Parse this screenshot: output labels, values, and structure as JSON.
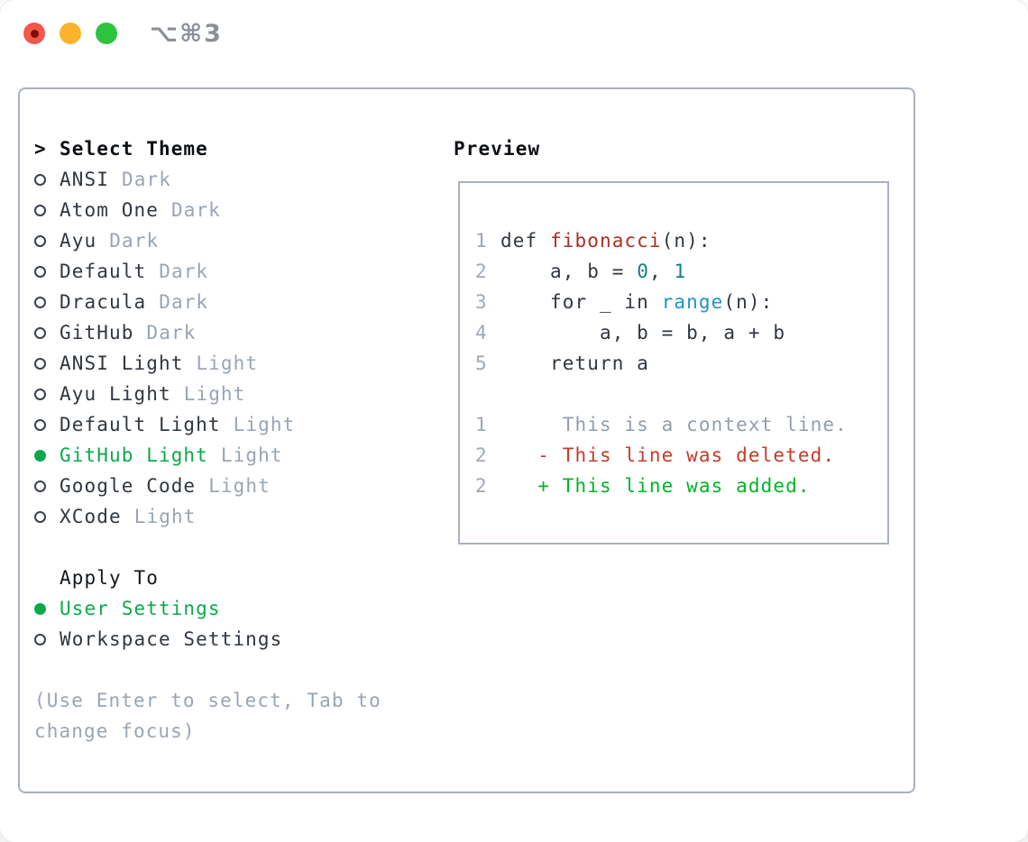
{
  "window": {
    "shortcut": "⌥⌘3",
    "traffic_lights": [
      {
        "icon": "close-icon",
        "color": "#f4554c",
        "dot_color": "#7d1007"
      },
      {
        "icon": "minimize-icon",
        "color": "#fbb32c"
      },
      {
        "icon": "zoom-icon",
        "color": "#2dc33c"
      }
    ]
  },
  "theme_selector": {
    "title_prefix": ">",
    "title": "Select Theme",
    "items": [
      {
        "label": "ANSI",
        "tag": "Dark",
        "selected": false
      },
      {
        "label": "Atom One",
        "tag": "Dark",
        "selected": false
      },
      {
        "label": "Ayu",
        "tag": "Dark",
        "selected": false
      },
      {
        "label": "Default",
        "tag": "Dark",
        "selected": false
      },
      {
        "label": "Dracula",
        "tag": "Dark",
        "selected": false
      },
      {
        "label": "GitHub",
        "tag": "Dark",
        "selected": false
      },
      {
        "label": "ANSI Light",
        "tag": "Light",
        "selected": false
      },
      {
        "label": "Ayu Light",
        "tag": "Light",
        "selected": false
      },
      {
        "label": "Default Light",
        "tag": "Light",
        "selected": false
      },
      {
        "label": "GitHub Light",
        "tag": "Light",
        "selected": true
      },
      {
        "label": "Google Code",
        "tag": "Light",
        "selected": false
      },
      {
        "label": "XCode",
        "tag": "Light",
        "selected": false
      }
    ]
  },
  "apply_to": {
    "title": "Apply To",
    "options": [
      {
        "label": "User Settings",
        "selected": true
      },
      {
        "label": "Workspace Settings",
        "selected": false
      }
    ]
  },
  "hint": {
    "line1": "(Use Enter to select, Tab to",
    "line2": "change focus)"
  },
  "preview": {
    "title": "Preview",
    "lines": [
      {
        "num": "1",
        "segments": [
          {
            "text": "def ",
            "color": "code"
          },
          {
            "text": "fibonacci",
            "color": "function"
          },
          {
            "text": "(n):",
            "color": "code"
          }
        ]
      },
      {
        "num": "2",
        "segments": [
          {
            "text": "    a, b = ",
            "color": "code"
          },
          {
            "text": "0",
            "color": "number"
          },
          {
            "text": ", ",
            "color": "code"
          },
          {
            "text": "1",
            "color": "number"
          }
        ]
      },
      {
        "num": "3",
        "segments": [
          {
            "text": "    for _ in ",
            "color": "code"
          },
          {
            "text": "range",
            "color": "builtin"
          },
          {
            "text": "(n):",
            "color": "code"
          }
        ]
      },
      {
        "num": "4",
        "segments": [
          {
            "text": "        a, b = b, a + b",
            "color": "code"
          }
        ]
      },
      {
        "num": "5",
        "segments": [
          {
            "text": "    return a",
            "color": "code"
          }
        ]
      },
      {
        "num": "",
        "segments": []
      },
      {
        "num": "1",
        "segments": [
          {
            "text": "     This is a context line.",
            "color": "context"
          }
        ]
      },
      {
        "num": "2",
        "segments": [
          {
            "text": "   - This line was deleted.",
            "color": "deleted"
          }
        ]
      },
      {
        "num": "2",
        "segments": [
          {
            "text": "   + This line was added.",
            "color": "added"
          }
        ]
      }
    ]
  },
  "colors": {
    "selected_green": "#0ca94a",
    "added_green": "#00b626",
    "deleted_red": "#c33c2a",
    "function_red": "#a93122",
    "number_teal": "#0f7f88",
    "builtin_blue": "#2093c7",
    "code_text": "#30373f",
    "muted_gray": "#9aa5b2",
    "line_number_gray": "#9fa9b6",
    "panel_border": "#a9b1bb"
  }
}
